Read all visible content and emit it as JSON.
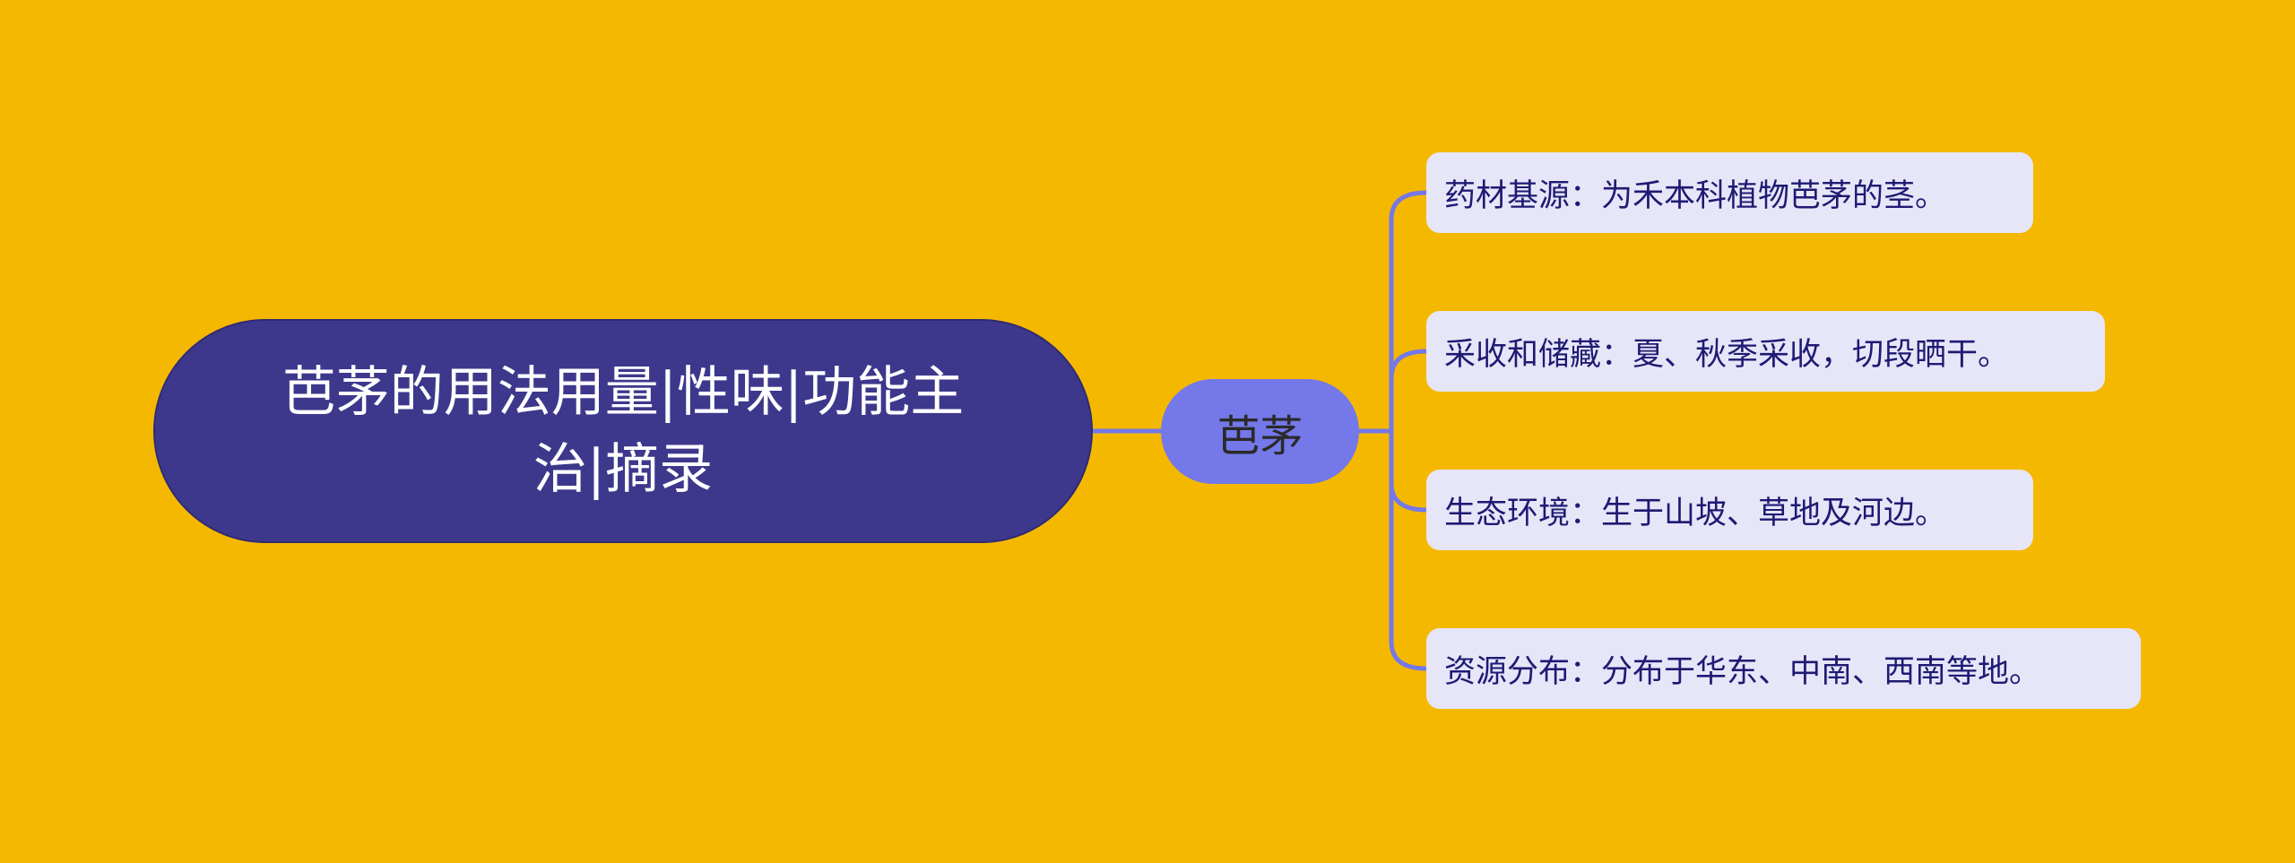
{
  "colors": {
    "background": "#F5B800",
    "root_fill": "#3D388C",
    "mid_fill": "#7478E8",
    "leaf_fill": "#E6E6F8",
    "connector": "#7478E8"
  },
  "root": {
    "title": "芭茅的用法用量|性味|功能主治|摘录"
  },
  "mid": {
    "label": "芭茅"
  },
  "leaves": [
    {
      "text": "药材基源：为禾本科植物芭茅的茎。"
    },
    {
      "text": "采收和储藏：夏、秋季采收，切段晒干。"
    },
    {
      "text": "生态环境：生于山坡、草地及河边。"
    },
    {
      "text": "资源分布：分布于华东、中南、西南等地。"
    }
  ]
}
